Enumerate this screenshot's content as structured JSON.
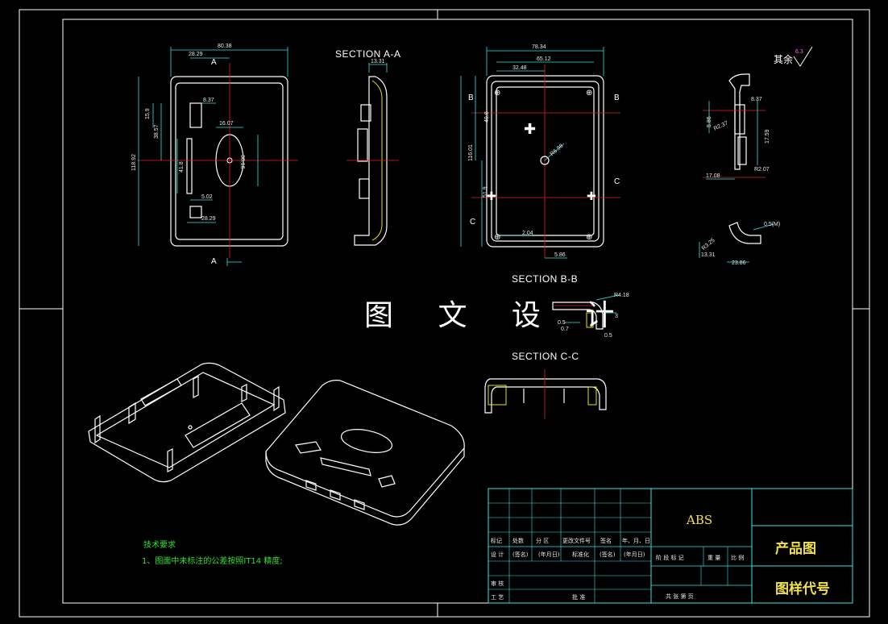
{
  "drawing": {
    "watermark": "图 文 设 计",
    "rough_label": "其余",
    "rough_value": "6.3",
    "sections": {
      "aa": "SECTION A-A",
      "bb": "SECTION B-B",
      "cc": "SECTION C-C"
    },
    "cut_labels": {
      "a_top": "A",
      "a_bottom": "A",
      "b_left": "B",
      "b_right": "B",
      "c_left": "C",
      "c_right": "C"
    },
    "dims_front": [
      "80.38",
      "28.29",
      "8.37",
      "16.07",
      "15.9",
      "38.57",
      "118.92",
      "41.8",
      "30.16",
      "5.02",
      "28.29"
    ],
    "dims_section_aa": [
      "13.31"
    ],
    "dims_back": [
      "78.34",
      "65.12",
      "32.48",
      "B",
      "116.01",
      "49.8",
      "R6.98",
      "51.9",
      "2.04",
      "5.86"
    ],
    "dims_side": [
      "8.37",
      "5.86",
      "R2.37",
      "17.59",
      "17.08",
      "R2.07",
      "0.5(M)",
      "R3.25",
      "13.31",
      "23.86"
    ],
    "dims_section_bb": [
      "R4.18",
      "3",
      "0.5",
      "0.7",
      "0.5"
    ],
    "notes_title": "技术要求",
    "notes_line": "1、图面中未标注的公差按照IT14 精度;"
  },
  "title_block": {
    "material": "ABS",
    "product_name": "产品图",
    "drawing_code": "图样代号",
    "row_headers": [
      "标记",
      "处数",
      "分 区",
      "更改文件号",
      "签名",
      "年、月、日"
    ],
    "design_row": [
      "设 计",
      "(签名)",
      "(年月日)",
      "标准化",
      "(签名)",
      "(年月日)"
    ],
    "stage_headers": [
      "阶 段 标 记",
      "重 量",
      "比 例"
    ],
    "review": "审 核",
    "process": "工 艺",
    "approve": "批 准",
    "sheet": "共  张  第  页"
  }
}
